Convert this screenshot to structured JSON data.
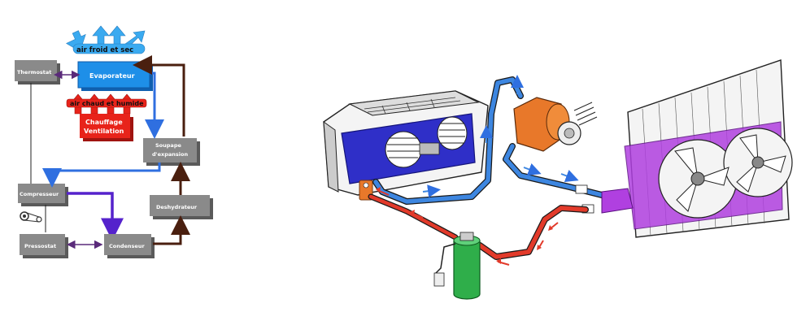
{
  "schematic": {
    "air_out_label": "air froid et sec",
    "evaporator_label": "Evaporateur",
    "air_in_label": "air chaud et humide",
    "heater_label_line1": "Chauffage",
    "heater_label_line2": "Ventilation",
    "thermostat_label": "Thermostat",
    "valve_label_line1": "Soupape",
    "valve_label_line2": "d'expansion",
    "compressor_label": "Compresseur",
    "dehydrator_label": "Deshydrateur",
    "pressostat_label": "Pressostat",
    "condenser_label": "Condenseur"
  },
  "colors": {
    "cold_air": "#3aaaf0",
    "hot_air": "#e8231a",
    "low_pressure_line": "#2f6fe0",
    "high_pressure_line": "#4a1f0f",
    "compressor_to_condenser": "#5522cc",
    "control_link": "#5a2a7a",
    "box_fill": "#8a8a8a",
    "evaporator_fill": "#1e8fe8",
    "evaporator_body": "#2f2fc8",
    "condenser_fill": "#b040e0",
    "compressor_fill": "#e8782a",
    "dryer_fill": "#2fae4a",
    "blue_pipe": "#3d86e0",
    "red_pipe": "#e23a2a"
  }
}
